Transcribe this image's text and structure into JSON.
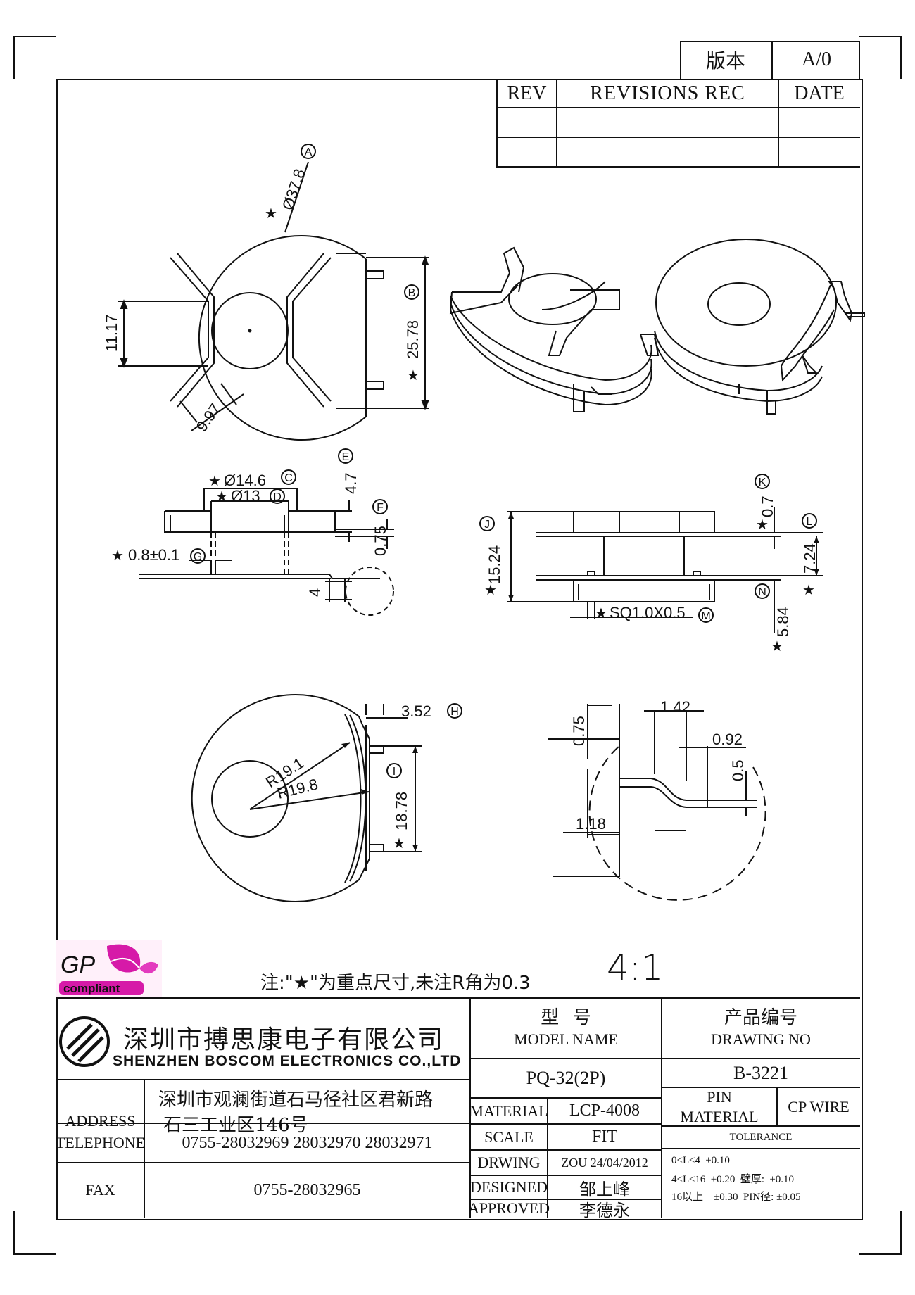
{
  "header": {
    "version_label": "版本",
    "version_value": "A/0",
    "rev_label": "REV",
    "revisions_label": "REVISIONS REC",
    "date_label": "DATE"
  },
  "dims": {
    "a": "Ø37.8",
    "b": "25.78",
    "h1117": "11.17",
    "h997": "9.97",
    "c": "Ø14.6",
    "d": "Ø13",
    "e": "4.7",
    "f": "0.75",
    "g": "0.8±0.1",
    "v4": "4",
    "j": "15.24",
    "k": "0.7",
    "l": "7.24",
    "n": "5.84",
    "m": "SQ1.0X0.5",
    "h": "3.52",
    "i": "18.78",
    "r1": "R19.1",
    "r2": "R19.8",
    "p075": "0.75",
    "p142": "1.42",
    "p092": "0.92",
    "p05": "0.5",
    "p118": "1.18"
  },
  "markers": {
    "A": "A",
    "B": "B",
    "C": "C",
    "D": "D",
    "E": "E",
    "F": "F",
    "G": "G",
    "H": "H",
    "I": "I",
    "J": "J",
    "K": "K",
    "L": "L",
    "M": "M",
    "N": "N"
  },
  "star": "★",
  "note": "注:\"★\"为重点尺寸,未注R角为0.3",
  "scale_ratio": "4:1",
  "logo": {
    "gp": "GP",
    "compliant": "compliant"
  },
  "company": {
    "name_cn": "深圳市搏思康电子有限公司",
    "name_en": "SHENZHEN BOSCOM ELECTRONICS CO.,LTD",
    "address_label": "ADDRESS",
    "address_line1": "深圳市观澜街道石马径社区君新路",
    "address_line2": "石三工业区146号",
    "telephone_label": "TELEPHONE",
    "telephone": "0755-28032969 28032970 28032971",
    "fax_label": "FAX",
    "fax": "0755-28032965"
  },
  "title_block": {
    "model_cn": "型   号",
    "model_en": "MODEL NAME",
    "model_value": "PQ-32(2P)",
    "drawing_cn": "产品编号",
    "drawing_en": "DRAWING NO",
    "drawing_value": "B-3221",
    "material_label": "MATERIAL",
    "material_value": "LCP-4008",
    "pin_material_label1": "PIN",
    "pin_material_label2": "MATERIAL",
    "pin_material_value": "CP WIRE",
    "scale_label": "SCALE",
    "scale_value": "FIT",
    "tolerance_label": "TOLERANCE",
    "drawing_label": "DRWING",
    "drawing_by": "ZOU 24/04/2012",
    "designed_label": "DESIGNED",
    "designed_by": "邹上峰",
    "approved_label": "APPROVED",
    "approved_by": "李德永",
    "tol1": "0<L≤4  ±0.10",
    "tol2": "4<L≤16  ±0.20  壁厚:  ±0.10",
    "tol3": "16以上    ±0.30  PIN径: ±0.05"
  }
}
